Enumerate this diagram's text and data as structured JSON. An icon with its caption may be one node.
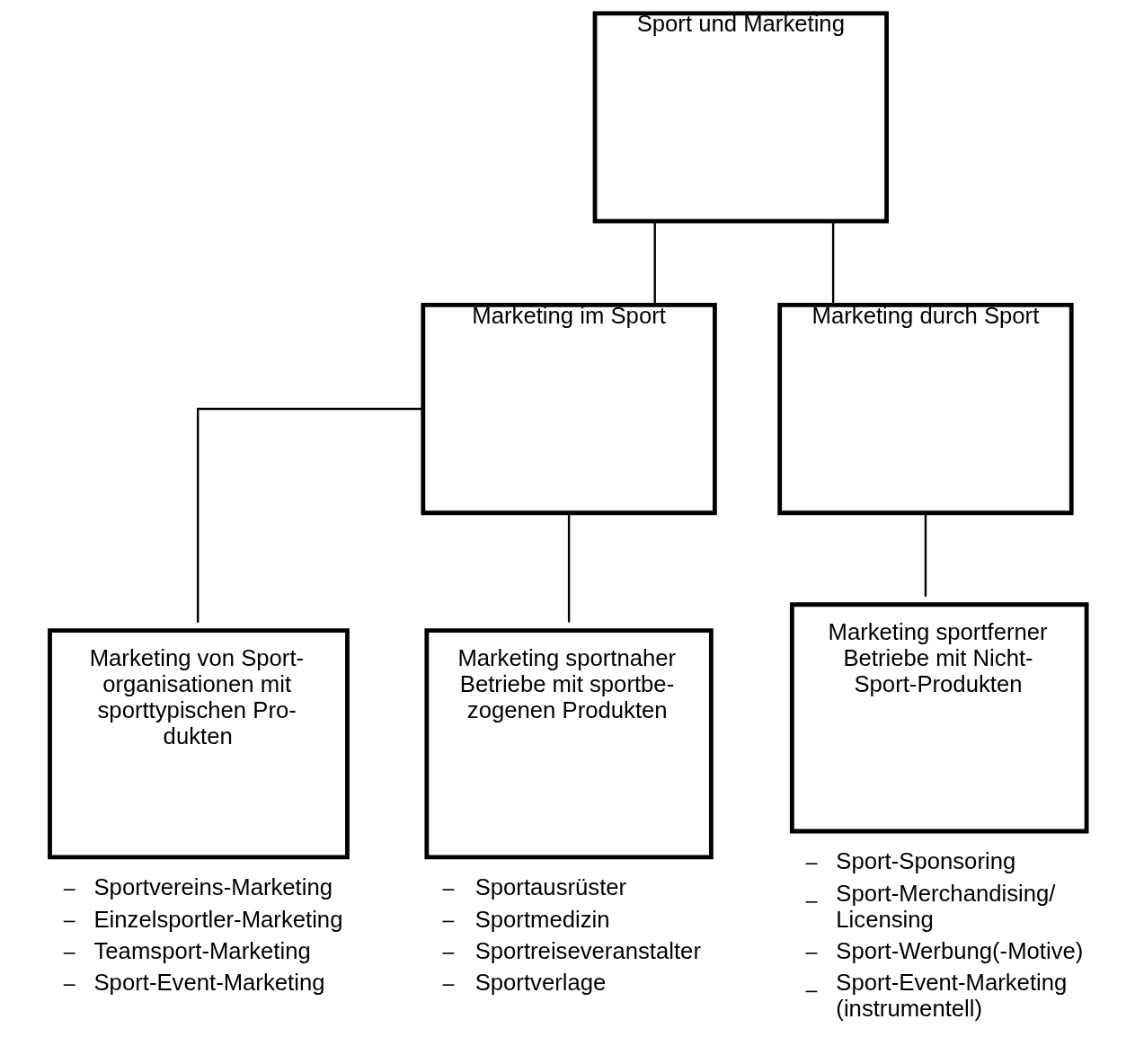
{
  "diagram": {
    "nodes": [
      {
        "text": [
          "Sport und Marketing"
        ]
      },
      {
        "text": [
          "Marketing im Sport"
        ]
      },
      {
        "text": [
          "Marketing durch Sport"
        ]
      },
      {
        "text": [
          "Marketing von Sport- organisationen mit sporttypischen Pro- dukten"
        ],
        "beside": [
          "Sportvereins-Marketing",
          "Einzelsportler-Marketing",
          "Teamsport-Marketing",
          "Sport-Event-Marketing"
        ]
      },
      {
        "text": [
          "Marketing sportnaher Betriebe mit sportbe- zogenen Produkten"
        ],
        "beside": [
          "Sportausrüster",
          "Sportmedizin",
          "Sportreiseveranstalter",
          "Sportverlage"
        ]
      },
      {
        "text": [
          "Marketing sportferner Betriebe mit Nicht- Sport-Produkten"
        ],
        "beside": [
          "Sport-Sponsoring",
          "Sport-Merchandising/ Licensing",
          "Sport-Werbung(-Motive)",
          "Sport-Event-Marketing (instrumentell)"
        ]
      }
    ],
    "edges": [
      {
        "from": 0,
        "to": 1,
        "arrow": "none"
      },
      {
        "from": 0,
        "to": 2,
        "arrow": "none"
      },
      {
        "from": 1,
        "to": 3,
        "arrow": "none"
      },
      {
        "from": 1,
        "to": 4,
        "arrow": "none"
      },
      {
        "from": 2,
        "to": 5,
        "arrow": "none"
      }
    ]
  }
}
